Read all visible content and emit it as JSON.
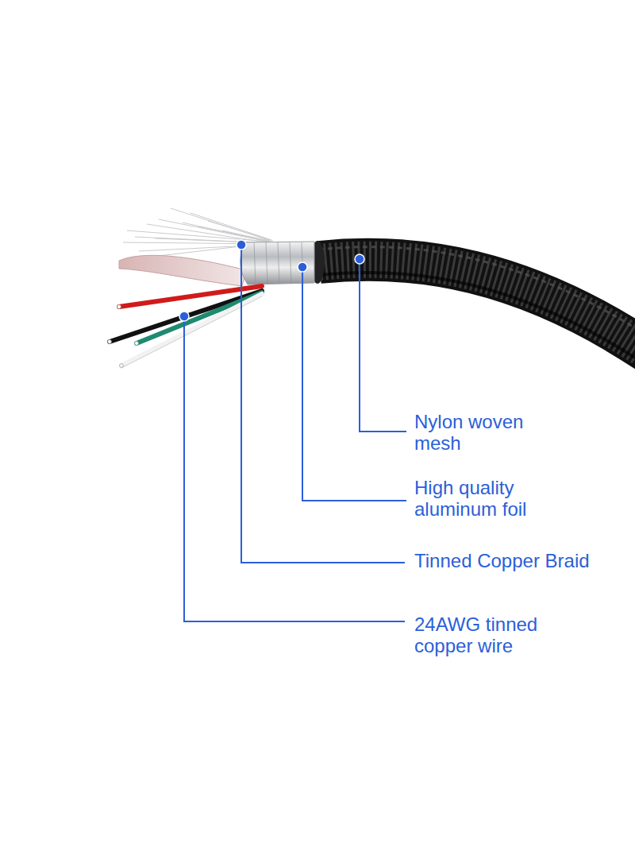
{
  "diagram": {
    "labels": [
      "Nylon woven mesh",
      "High quality aluminum foil",
      "Tinned Copper Braid",
      "24AWG tinned copper wire"
    ]
  }
}
